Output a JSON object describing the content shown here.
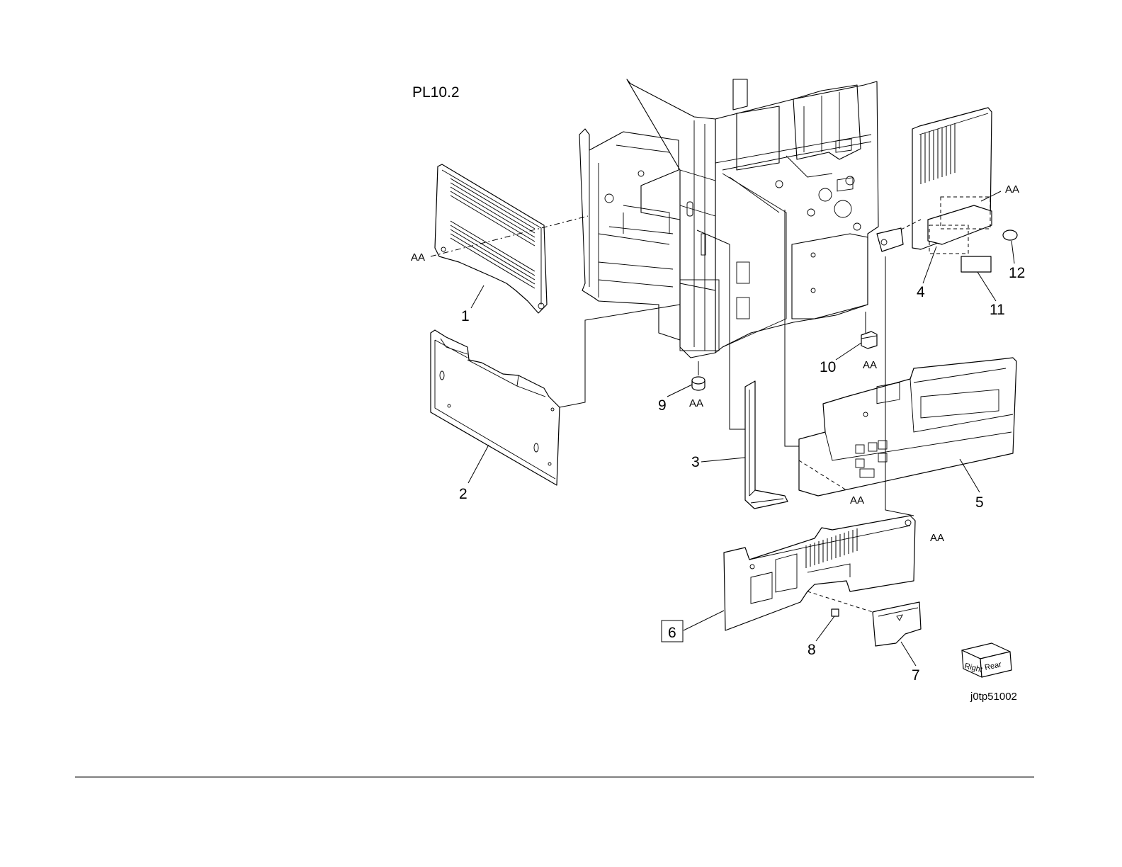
{
  "title": "PL10.2",
  "image_code": "j0tp51002",
  "orientation": {
    "right": "Right",
    "rear": "Rear"
  },
  "callouts": [
    "1",
    "2",
    "3",
    "4",
    "5",
    "6",
    "7",
    "8",
    "9",
    "10",
    "11",
    "12"
  ],
  "aa_label": "AA"
}
